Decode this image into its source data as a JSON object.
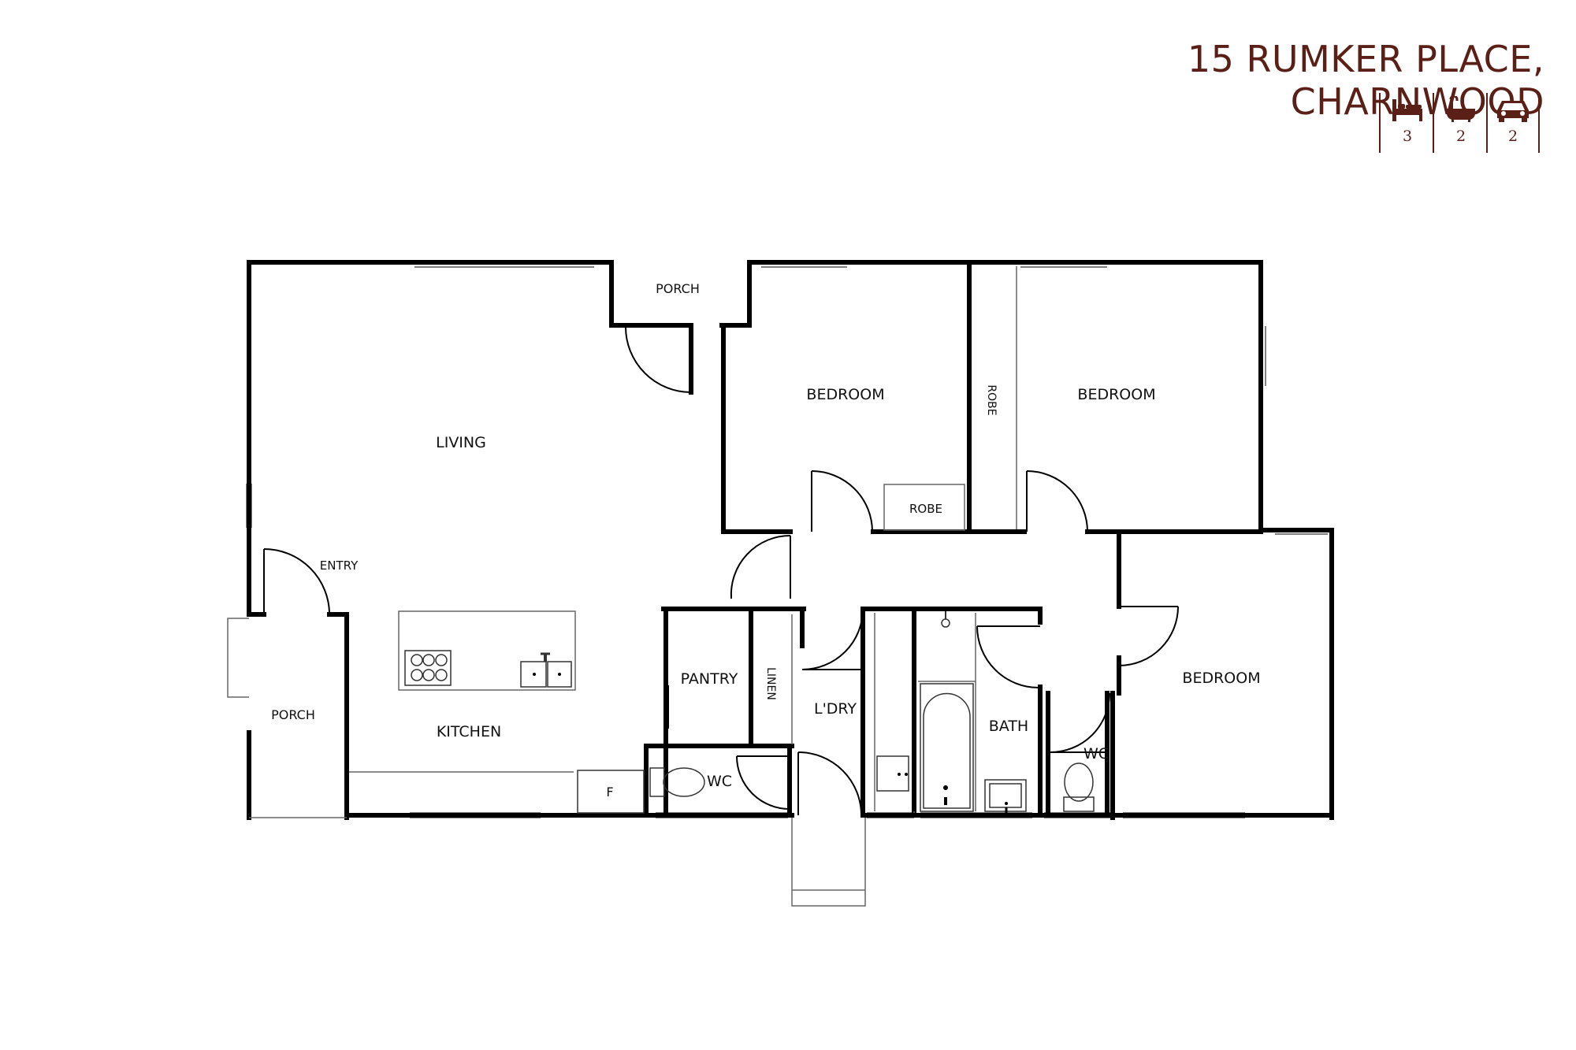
{
  "listing": {
    "address": "15 RUMKER PLACE, CHARNWOOD",
    "brand_color": "#5a1f17",
    "features": [
      {
        "icon": "bed-icon",
        "count": "3"
      },
      {
        "icon": "bath-icon",
        "count": "2"
      },
      {
        "icon": "car-icon",
        "count": "2"
      }
    ]
  },
  "rooms": {
    "living": "LIVING",
    "porch_top": "PORCH",
    "bedroom_1": "BEDROOM",
    "robe_side": "ROBE",
    "bedroom_2": "BEDROOM",
    "robe_1": "ROBE",
    "entry": "ENTRY",
    "porch_left": "PORCH",
    "kitchen": "KITCHEN",
    "pantry": "PANTRY",
    "linen": "LINEN",
    "laundry": "L'DRY",
    "bath": "BATH",
    "wc_1": "WC",
    "wc_2": "WC",
    "bedroom_3": "BEDROOM",
    "fridge": "F"
  }
}
